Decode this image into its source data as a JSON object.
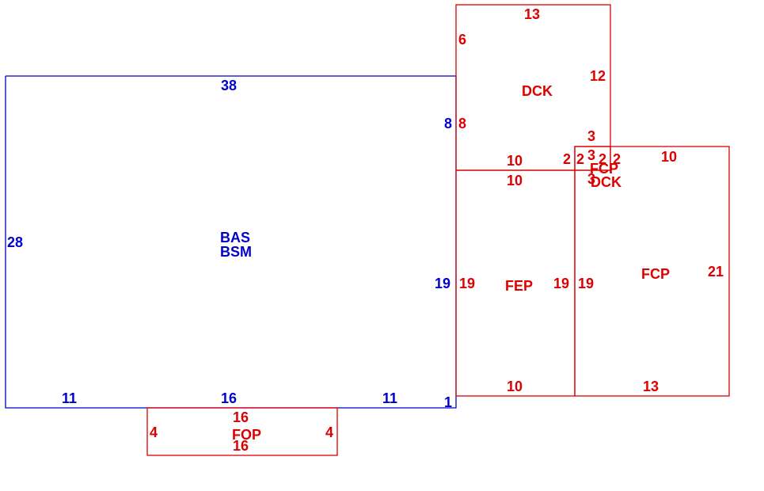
{
  "colors": {
    "main": "#0000cc",
    "addition": "#dd0000"
  },
  "areas": {
    "bas": {
      "label": "BAS",
      "label2": "BSM",
      "dims": {
        "top": "38",
        "left": "28",
        "bottom_left": "11",
        "bottom_mid": "16",
        "bottom_right": "11",
        "right_upper": "8",
        "right_lower": "19",
        "right_step": "1"
      }
    },
    "dck_upper": {
      "label": "DCK",
      "dims": {
        "top": "13",
        "left_upper": "6",
        "left_lower": "8",
        "right": "12",
        "bottom": "10",
        "bottom_right": "2",
        "notch_h": "3"
      }
    },
    "fep": {
      "label": "FEP",
      "dims": {
        "top": "10",
        "left": "19",
        "right": "19",
        "bottom": "10"
      }
    },
    "fcp_small": {
      "label": "FCP",
      "dims": {
        "left": "2",
        "inner": "3",
        "inner2": "2",
        "right": "2",
        "bottom": "3"
      }
    },
    "dck_small": {
      "label": "DCK"
    },
    "fcp": {
      "label": "FCP",
      "dims": {
        "top": "10",
        "left": "19",
        "right": "21",
        "bottom": "13"
      }
    },
    "fop": {
      "label": "FOP",
      "dims": {
        "top": "16",
        "bottom": "16",
        "left": "4",
        "right": "4"
      }
    }
  }
}
